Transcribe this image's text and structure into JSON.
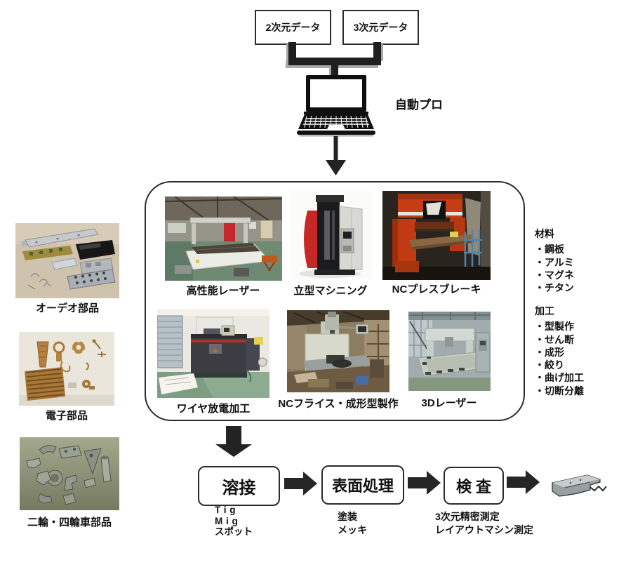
{
  "top": {
    "input_boxes": [
      {
        "label": "2次元データ"
      },
      {
        "label": "3次元データ"
      }
    ],
    "computer_label": "自動プロ"
  },
  "machines_panel": {
    "machines": [
      {
        "label": "高性能レーザー"
      },
      {
        "label": "立型マシニング"
      },
      {
        "label": "NCプレスブレーキ"
      },
      {
        "label": "ワイヤ放電加工"
      },
      {
        "label": "NCフライス・成形型製作"
      },
      {
        "label": "3Dレーザー"
      }
    ]
  },
  "side_lists": {
    "materials": {
      "title": "材料",
      "items": [
        "・鋼板",
        "・アルミ",
        "・マグネ",
        "・チタン"
      ]
    },
    "processing": {
      "title": "加工",
      "items": [
        "・型製作",
        "・せん断",
        "・成形",
        "・絞り",
        "・曲げ加工",
        "・切断分離"
      ]
    }
  },
  "product_examples": [
    {
      "label": "オーデオ部品"
    },
    {
      "label": "電子部品"
    },
    {
      "label": "二輪・四輪車部品"
    }
  ],
  "finishing_flow": {
    "steps": [
      {
        "label": "溶接",
        "details": [
          "Tig",
          "Mig",
          "スポット"
        ]
      },
      {
        "label": "表面処理",
        "details": [
          "塗装",
          "メッキ"
        ]
      },
      {
        "label": "検 査",
        "details": [
          "3次元精密測定",
          "レイアウトマシン測定"
        ]
      }
    ]
  },
  "icons": {
    "laptop": "laptop-icon",
    "down_arrow": "arrow-down-icon",
    "flow_arrow": "arrow-right-icon",
    "final_part": "sheet-metal-part-icon"
  },
  "colors": {
    "line_black": "#1f1f1f",
    "connector_shadow": "#a8a8a8",
    "panel_border": "#2b2b2b",
    "background": "#ffffff"
  }
}
